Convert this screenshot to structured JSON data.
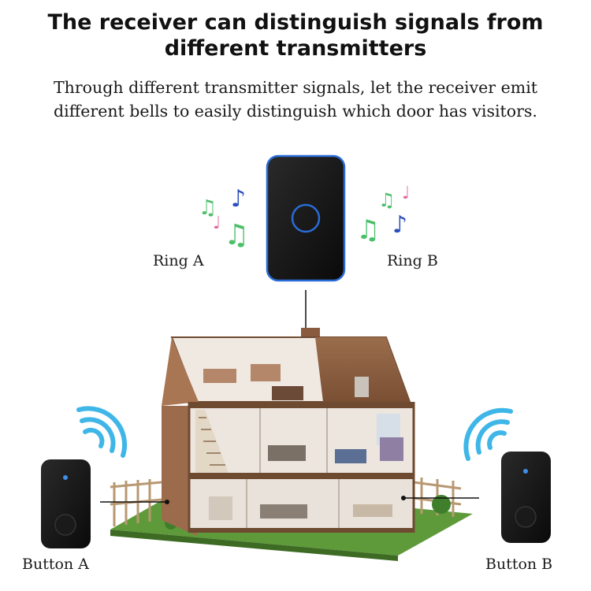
{
  "header": {
    "title_line1": "The receiver can distinguish signals from",
    "title_line2": "different transmitters",
    "subtitle_line1": "Through different transmitter signals, let the receiver emit",
    "subtitle_line2": "different bells to easily distinguish which door has visitors."
  },
  "labels": {
    "ring_a": "Ring  A",
    "ring_b": "Ring  B",
    "button_a": "Button  A",
    "button_b": "Button  B"
  },
  "colors": {
    "device_body": "#111111",
    "receiver_ring": "#2a6cd6",
    "wifi": "#3fb6e8",
    "note_green": "#4bbf6a",
    "note_blue": "#2a4fb8",
    "note_pink": "#e06aa0"
  },
  "icons": [
    "music-notes-icon",
    "wifi-signal-icon",
    "doorbell-receiver",
    "doorbell-button",
    "house-cutaway"
  ]
}
